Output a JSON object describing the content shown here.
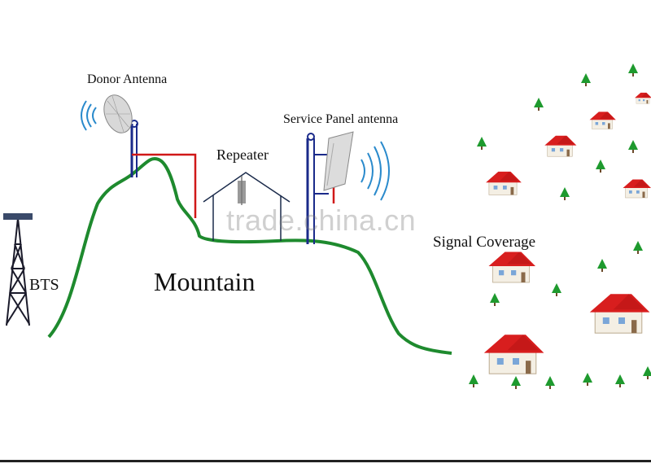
{
  "labels": {
    "donor_antenna": "Donor Antenna",
    "service_panel_antenna": "Service Panel antenna",
    "repeater": "Repeater",
    "bts": "BTS",
    "mountain": "Mountain",
    "signal_coverage": "Signal Coverage"
  },
  "watermark": "trade.china.cn",
  "colors": {
    "terrain": "#1e8a2e",
    "cable": "#d01818",
    "antenna_mast": "#1a2a8a",
    "signal_waves": "#2a8acc",
    "house_roof": "#d81e1e",
    "tree": "#1e9a2e"
  },
  "icons": [
    "bts-tower-icon",
    "donor-dish-antenna-icon",
    "repeater-house-icon",
    "panel-antenna-icon",
    "house-icon",
    "tree-icon"
  ]
}
